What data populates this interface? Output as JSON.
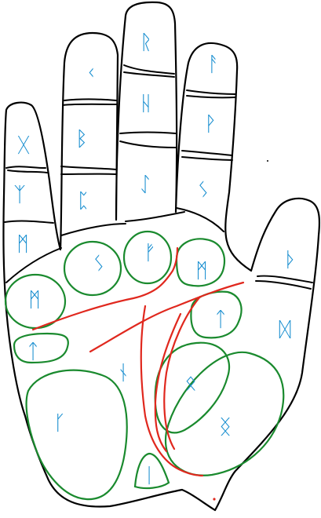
{
  "palm_chart": {
    "colors": {
      "rune": "#1a8fd0",
      "mount_outline": "#1a8a2e",
      "palm_line": "#e0281e",
      "hand_outline": "#000000"
    },
    "runes": {
      "pinky_top": "ᚷ",
      "pinky_mid": "ᛉ",
      "pinky_base": "ᛗ",
      "ring_top": "ᚲ",
      "ring_mid": "ᛒ",
      "ring_base": "ᛈ",
      "middle_top": "ᚱ",
      "middle_mid": "ᚺ",
      "middle_base": "ᛇ",
      "index_top": "ᚨ",
      "index_mid": "ᚹ",
      "index_base": "ᛊ",
      "thumb_top": "ᚦ",
      "thumb_base": "ᛞ",
      "mount_left": "ᛗ",
      "mount_ring": "ᛊ",
      "mount_middle": "ᚠ",
      "mount_index": "ᛗ",
      "mount_upper_mars": "ᛏ",
      "mount_small": "ᛏ",
      "plain_of_mars": "ᚾ",
      "mount_luna": "ᚴ",
      "mount_inner_venus": "ᛟ",
      "mount_venus": "ᛝ",
      "mount_wrist": "ᛁ"
    }
  }
}
